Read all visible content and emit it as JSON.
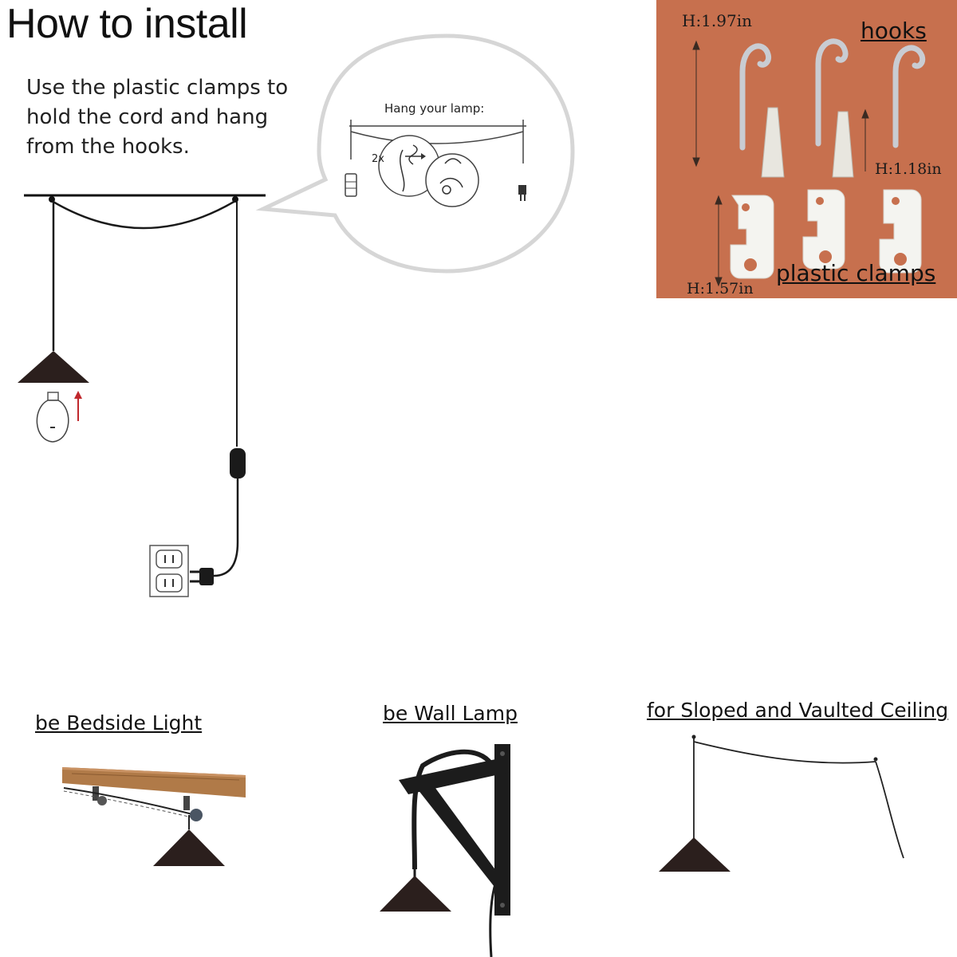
{
  "header": {
    "title": "How to install",
    "instructions": "Use the plastic clamps to hold the cord and hang from the hooks."
  },
  "bubble": {
    "caption": "Hang your lamp:",
    "count": "2x"
  },
  "photo": {
    "hooks_label": "hooks",
    "clamps_label": "plastic clamps",
    "hook_height": "H:1.97in",
    "anchor_height": "H:1.18in",
    "clamp_height": "H:1.57in",
    "bg_color": "#c7704e"
  },
  "uses": [
    {
      "label": "be Bedside Light"
    },
    {
      "label": "be Wall Lamp"
    },
    {
      "label": "for Sloped and Vaulted Ceiling"
    }
  ],
  "colors": {
    "cord": "#1a1a1a",
    "shade": "#2b1f1d",
    "arrow": "#c0282d",
    "wood": "#b07a48"
  }
}
